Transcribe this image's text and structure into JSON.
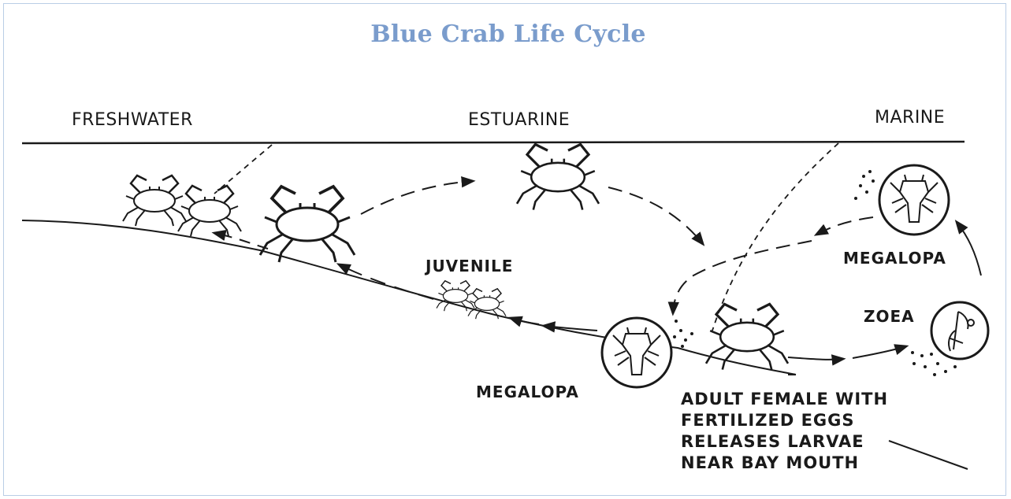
{
  "title": "Blue Crab Life Cycle",
  "zones": {
    "freshwater": "FRESHWATER",
    "estuarine": "ESTUARINE",
    "marine": "MARINE"
  },
  "stages": {
    "juvenile": "JUVENILE",
    "megalopa_marine": "MEGALOPA",
    "zoea": "ZOEA",
    "megalopa_estuary": "MEGALOPA"
  },
  "adult_female_note": [
    "ADULT FEMALE WITH",
    "FERTILIZED EGGS",
    "RELEASES LARVAE",
    "NEAR BAY MOUTH"
  ],
  "colors": {
    "title": "#7a9ccc",
    "frame": "#b9cde6",
    "ink": "#1a1a1a"
  }
}
